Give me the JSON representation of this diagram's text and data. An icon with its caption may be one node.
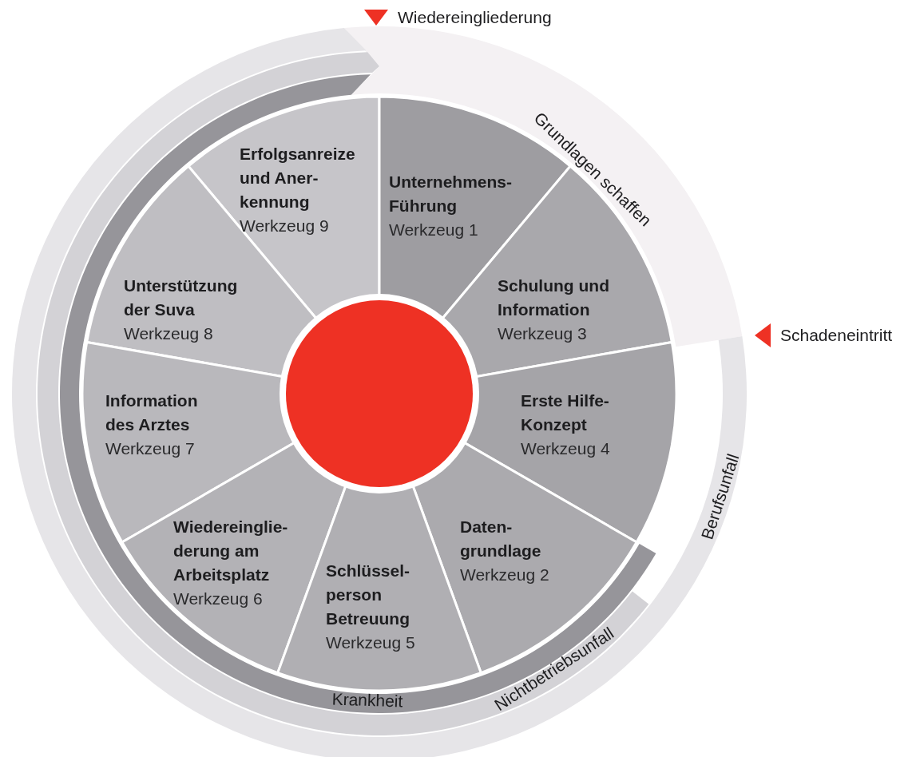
{
  "diagram": {
    "nodes": [
      {
        "text": [
          "Erfolgsanreize und Aner-kennung",
          "Werkzeug 9"
        ]
      },
      {
        "text": [
          "Unternehmens-Führung",
          "Werkzeug 1"
        ]
      },
      {
        "text": [
          "Unterstützung der Suva",
          "Werkzeug 8"
        ]
      },
      {
        "text": [
          "Schulung und Information",
          "Werkzeug 3"
        ]
      },
      {
        "text": [
          "Information des Arztes",
          "Werkzeug 7"
        ]
      },
      {
        "text": [
          "Erste Hilfe-Konzept",
          "Werkzeug 4"
        ]
      },
      {
        "text": [
          "Wiedereinglie-derung am Arbeitsplatz",
          "Werkzeug 6"
        ]
      },
      {
        "text": [
          "Daten-grundlage",
          "Werkzeug 2"
        ]
      },
      {
        "text": [
          "Schlüssel-person Betreuung",
          "Werkzeug 5"
        ]
      },
      {
        "text": [
          "Grundlagen schaffen"
        ]
      },
      {
        "text": [
          "Berufsunfall"
        ]
      },
      {
        "text": [
          "Nichtbetriebsunfall"
        ]
      },
      {
        "text": [
          "Krankheit"
        ]
      },
      {
        "text": [],
        "shape": "circle"
      }
    ],
    "labels": [
      "Wiedereingliederung",
      "Schadeneintritt"
    ]
  }
}
